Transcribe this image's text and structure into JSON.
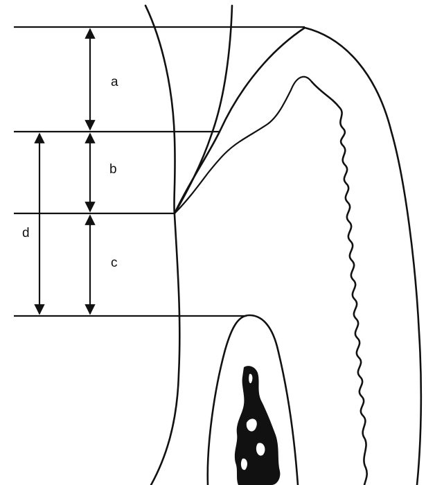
{
  "labels": {
    "a": "a",
    "b": "b",
    "c": "c",
    "d": "d"
  }
}
